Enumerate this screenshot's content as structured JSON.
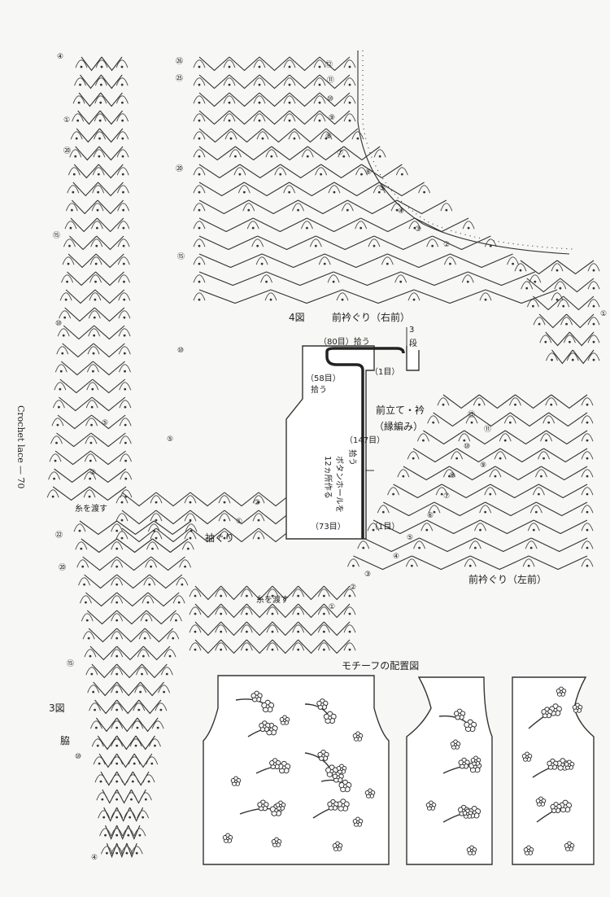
{
  "side_text": {
    "title": "Crochet lace",
    "page": "— 70"
  },
  "fig3": {
    "label": "3図",
    "sub": "脇",
    "armhole": "袖ぐり",
    "yarn_pass": "糸を渡す"
  },
  "fig4": {
    "label": "4図",
    "right_title": "前衿ぐり（右前）",
    "left_title": "前衿ぐり（左前）",
    "pick_top": "（80目）拾う",
    "pick_side_count": "（58目）",
    "pick_side_word": "拾う",
    "rows3_count": "3",
    "rows3_word": "段",
    "st1_top": "（1目）",
    "st1_bottom": "（1目）",
    "pick_front_count": "（147目）",
    "pick_front_word": "拾う",
    "buttonhole": "ボタンホールを",
    "buttonhole2": "12ヵ所作る",
    "bottom_count": "（73目）",
    "band_title": "前立て・衿",
    "band_sub": "（縁編み）",
    "yarn_pass": "糸を渡す"
  },
  "motif": {
    "title": "モチーフの配置図"
  },
  "row_labels": {
    "r1": "①",
    "r2": "②",
    "r3": "③",
    "r4": "④",
    "r5": "⑤",
    "r6": "⑥",
    "r7": "⑦",
    "r8": "⑧",
    "r9": "⑨",
    "r10": "⑩",
    "r11": "⑪",
    "r12": "⑫",
    "r15": "⑮",
    "r20": "⑳",
    "r22": "㉒",
    "r25": "㉕",
    "r26": "㉖"
  }
}
